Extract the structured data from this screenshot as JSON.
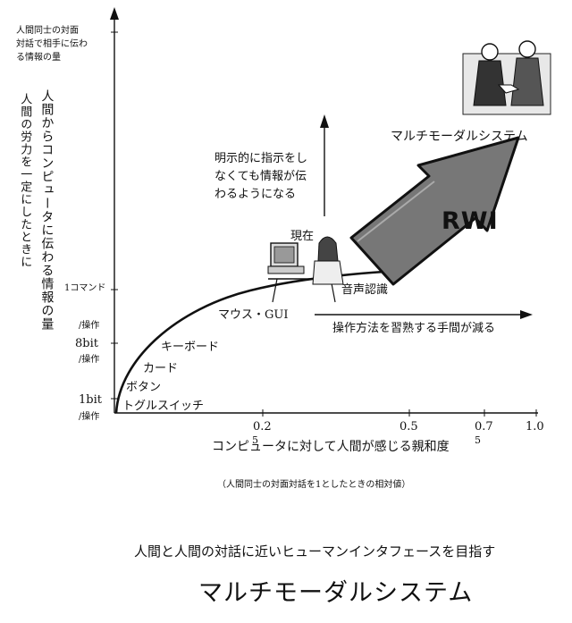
{
  "y_axis": {
    "top_label_lines": [
      "人間同士の対面",
      "対話で相手に伝わ",
      "る情報の量"
    ],
    "title_col1": "人間からコンピュータに伝わる情報の量",
    "title_col2": "人間の労力を一定にしたときに",
    "tick_1command": "1コマンド",
    "tick_8bit_pre": "/操作",
    "tick_8bit": "8bit",
    "tick_8bit_post": "/操作",
    "tick_1bit": "1bit",
    "tick_1bit_post": "/操作"
  },
  "x_axis": {
    "ticks": [
      "0.2",
      "0.5",
      "0.7",
      "1.0"
    ],
    "title": "コンピュータに対して人間が感じる親和度",
    "note": "（人間同士の対面対話を1としたときの相対値）",
    "stray_5a": "5",
    "stray_5b": "5"
  },
  "curve_labels": {
    "toggle": "トグルスイッチ",
    "button": "ボタン",
    "card": "カード",
    "keyboard": "キーボード",
    "mouse": "マウス・GUI",
    "now": "現在",
    "voice": "音声認識"
  },
  "annotations": {
    "implicit_lines": [
      "明示的に指示をし",
      "なくても情報が伝",
      "わるようになる"
    ],
    "learning": "操作方法を習熟する手間が減る",
    "multimodal": "マルチモーダルシステム",
    "rwi": "RWI"
  },
  "footer": {
    "subtitle": "人間と人間の対話に近いヒューマンインタフェースを目指す",
    "title": "マルチモーダルシステム"
  }
}
